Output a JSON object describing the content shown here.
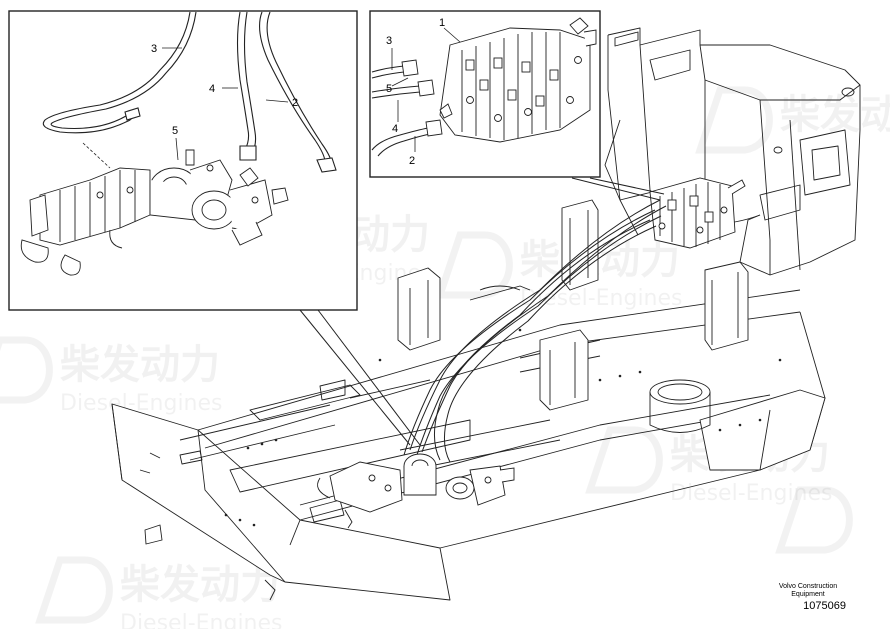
{
  "watermark": {
    "chinese_text": "柴发动力",
    "english_text": "Diesel-Engines"
  },
  "detail_left": {
    "callouts": [
      {
        "id": "callout-left-3",
        "label": "3"
      },
      {
        "id": "callout-left-4",
        "label": "4"
      },
      {
        "id": "callout-left-2",
        "label": "2"
      },
      {
        "id": "callout-left-5",
        "label": "5"
      }
    ]
  },
  "detail_right": {
    "callouts": [
      {
        "id": "callout-right-1",
        "label": "1"
      },
      {
        "id": "callout-right-3",
        "label": "3"
      },
      {
        "id": "callout-right-5",
        "label": "5"
      },
      {
        "id": "callout-right-4",
        "label": "4"
      },
      {
        "id": "callout-right-2",
        "label": "2"
      }
    ]
  },
  "footer": {
    "company_line1": "Volvo Construction",
    "company_line2": "Equipment",
    "drawing_number": "1075069"
  }
}
